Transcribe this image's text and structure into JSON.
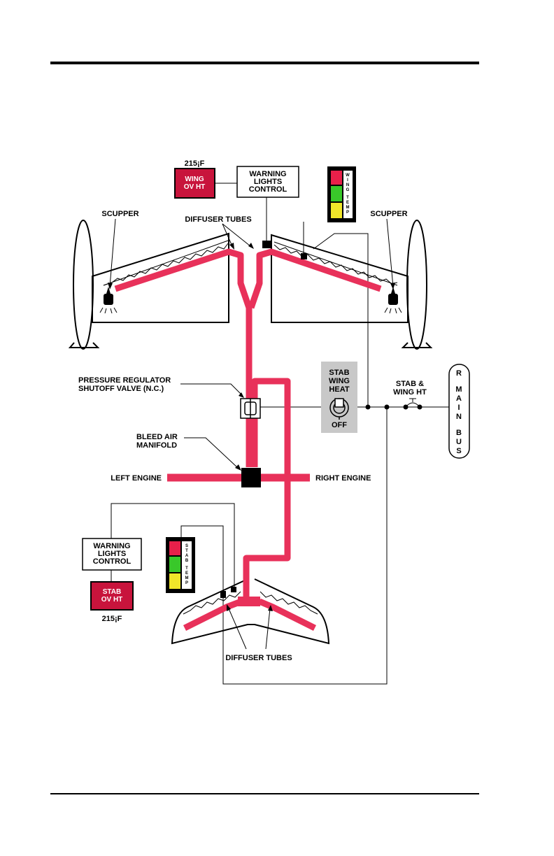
{
  "labels": {
    "wing_temp": "215¡F",
    "wing_ovht_l1": "WING",
    "wing_ovht_l2": "OV HT",
    "wlc_top_l1": "WARNING",
    "wlc_top_l2": "LIGHTS",
    "wlc_top_l3": "CONTROL",
    "scupper_left": "SCUPPER",
    "scupper_right": "SCUPPER",
    "diffuser_top": "DIFFUSER TUBES",
    "prv_l1": "PRESSURE REGULATOR",
    "prv_l2": "SHUTOFF VALVE (N.C.)",
    "switch_l1": "STAB",
    "switch_l2": "WING",
    "switch_l3": "HEAT",
    "switch_off": "OFF",
    "breaker_l1": "STAB &",
    "breaker_l2": "WING HT",
    "bus_letters": [
      "R",
      "M",
      "A",
      "I",
      "N",
      "B",
      "U",
      "S"
    ],
    "bleed_l1": "BLEED AIR",
    "bleed_l2": "MANIFOLD",
    "left_engine": "LEFT ENGINE",
    "right_engine": "RIGHT ENGINE",
    "wlc_bot_l1": "WARNING",
    "wlc_bot_l2": "LIGHTS",
    "wlc_bot_l3": "CONTROL",
    "stab_ovht_l1": "STAB",
    "stab_ovht_l2": "OV HT",
    "stab_temp": "215¡F",
    "diffuser_bottom": "DIFFUSER TUBES",
    "gauge_wing_top": [
      "W",
      "I",
      "N",
      "G"
    ],
    "gauge_wing_bottom": [
      "T",
      "E",
      "M",
      "P"
    ],
    "gauge_stab_top": [
      "S",
      "T",
      "A",
      "B"
    ],
    "gauge_stab_bottom": [
      "T",
      "E",
      "M",
      "P"
    ]
  },
  "colors": {
    "duct": "#e8315a",
    "warning_light": "#c8143c",
    "gauge_red": "#e8204a",
    "gauge_green": "#39c82a",
    "gauge_yellow": "#f0e62a",
    "switch_panel": "#c8c8c8"
  }
}
